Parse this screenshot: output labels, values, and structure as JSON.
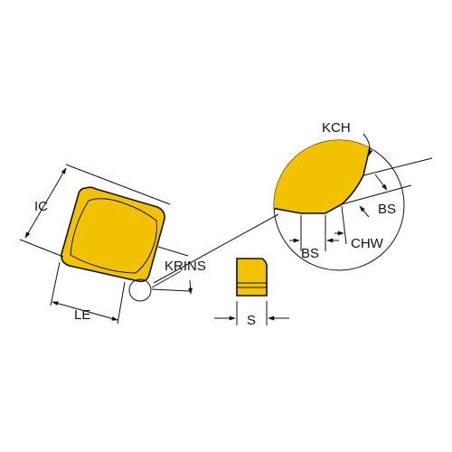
{
  "colors": {
    "insert": "#f2c200",
    "outline": "#111111",
    "background": "#ffffff"
  },
  "labels": {
    "ic": "IC",
    "le": "LE",
    "krins": "KRINS",
    "s": "S",
    "kch": "KCH",
    "bs_right": "BS",
    "bs_bottom": "BS",
    "chw": "CHW"
  }
}
